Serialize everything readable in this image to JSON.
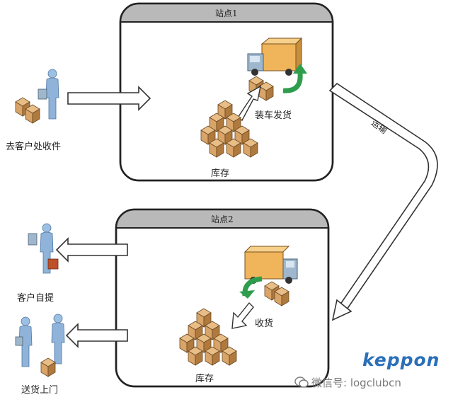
{
  "station1": {
    "title": "站点1",
    "load_label": "装车发货",
    "stock_label": "库存"
  },
  "station2": {
    "title": "站点2",
    "receive_label": "收货",
    "stock_label": "库存"
  },
  "transport_label": "运输",
  "actions": {
    "pickup": "去客户处收件",
    "self_pickup": "客户自提",
    "delivery": "送货上门"
  },
  "brand": {
    "logo_text": "keppon",
    "wechat_text": "微信号: logclubcn"
  },
  "colors": {
    "box_fill": "#d9a468",
    "box_dark": "#b07a3e",
    "truck_body": "#f0b55a",
    "person": "#8fb3d9",
    "arrow_green": "#2e9d4c",
    "brand_blue": "#2a6fb8"
  }
}
